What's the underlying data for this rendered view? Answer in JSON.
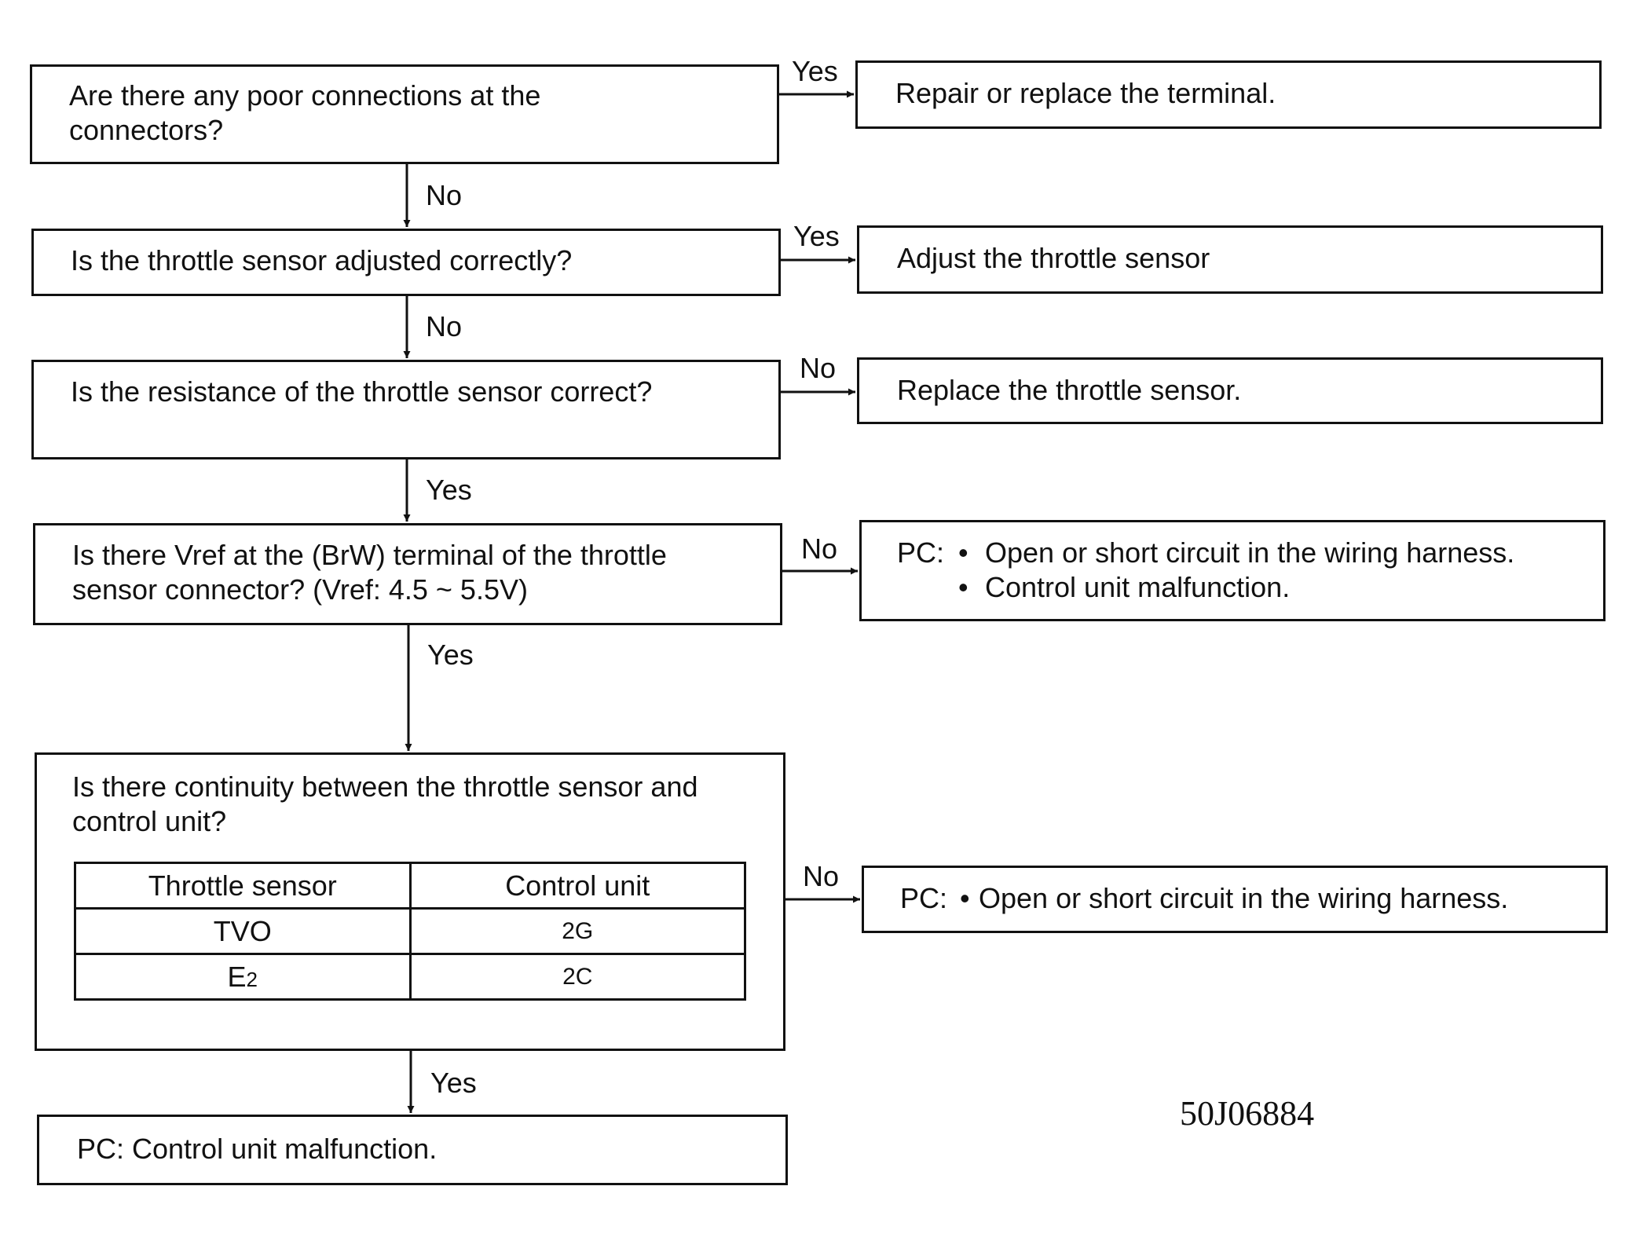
{
  "steps": [
    {
      "question": "Are there any poor connections at the",
      "question2": "connectors?",
      "branch_label": "Yes",
      "action": "Repair or replace the terminal.",
      "next_label": "No"
    },
    {
      "question": "Is the throttle sensor adjusted correctly?",
      "branch_label": "Yes",
      "action": "Adjust the throttle sensor",
      "next_label": "No"
    },
    {
      "question": "Is the resistance of the throttle sensor correct?",
      "branch_label": "No",
      "action": "Replace the throttle sensor.",
      "next_label": "Yes"
    },
    {
      "question": "Is there Vref at the (BrW) terminal of the throttle",
      "question2": "sensor connector? (Vref: 4.5 ~ 5.5V)",
      "branch_label": "No",
      "action_prefix": "PC:",
      "action_items": [
        "Open or short circuit in the wiring harness.",
        "Control unit malfunction."
      ],
      "next_label": "Yes"
    },
    {
      "question": "Is there continuity between the throttle sensor and",
      "question2": "control unit?",
      "branch_label": "No",
      "action_prefix": "PC:",
      "action_items": [
        "Open or short circuit in the wiring harness."
      ],
      "next_label": "Yes"
    }
  ],
  "continuity_table": {
    "headers": [
      "Throttle sensor",
      "Control unit"
    ],
    "rows": [
      {
        "sensor": "TVO",
        "unit": "2G"
      },
      {
        "sensor": "E2",
        "sensor_base": "E",
        "sensor_sub": "2",
        "unit": "2C"
      }
    ]
  },
  "final": "PC: Control unit malfunction.",
  "bullet": "•",
  "figure_code": "50J06884"
}
